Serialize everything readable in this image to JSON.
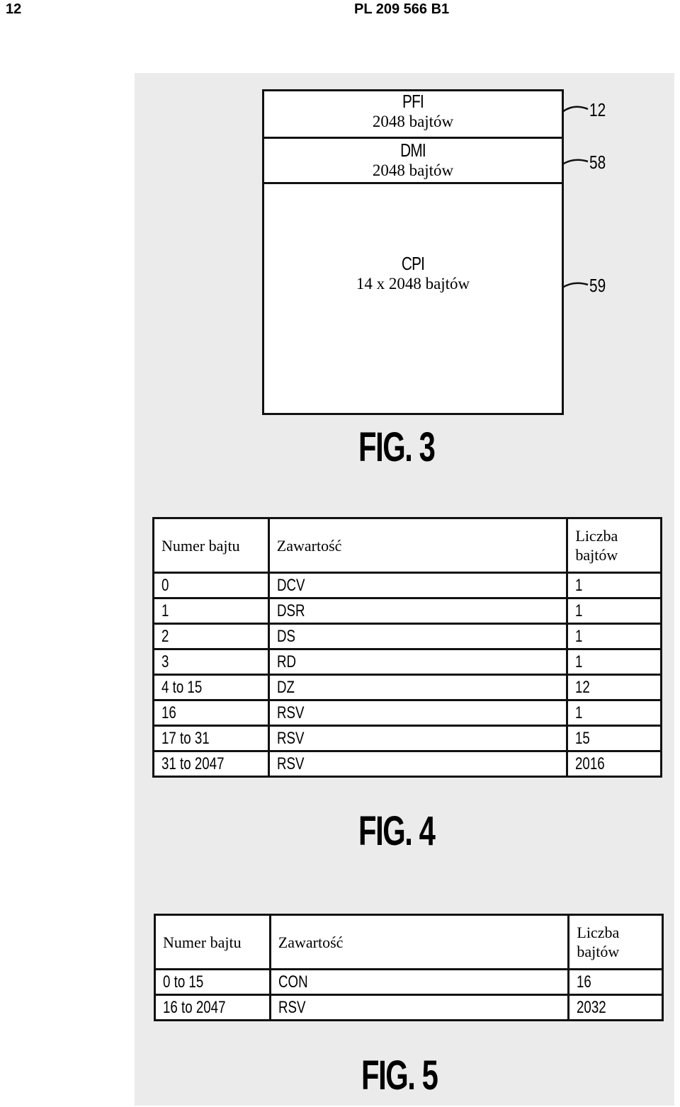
{
  "header": {
    "page_number": "12",
    "document_id": "PL 209 566 B1"
  },
  "fig3": {
    "segments": [
      {
        "name": "PFI",
        "size": "2048 bajtów",
        "ref": "12"
      },
      {
        "name": "DMI",
        "size": "2048 bajtów",
        "ref": "58"
      },
      {
        "name": "CPI",
        "size": "14 x 2048 bajtów",
        "ref": "59"
      }
    ],
    "caption": "FIG. 3"
  },
  "fig4": {
    "headers": {
      "col1": "Numer bajtu",
      "col2": "Zawartość",
      "col3": "Liczba bajtów"
    },
    "rows": [
      {
        "byte": "0",
        "content": "DCV",
        "count": "1"
      },
      {
        "byte": "1",
        "content": "DSR",
        "count": "1"
      },
      {
        "byte": "2",
        "content": "DS",
        "count": "1"
      },
      {
        "byte": "3",
        "content": "RD",
        "count": "1"
      },
      {
        "byte": "4 to 15",
        "content": "DZ",
        "count": "12"
      },
      {
        "byte": "16",
        "content": "RSV",
        "count": "1"
      },
      {
        "byte": "17 to 31",
        "content": "RSV",
        "count": "15"
      },
      {
        "byte": "31 to 2047",
        "content": "RSV",
        "count": "2016"
      }
    ],
    "caption": "FIG. 4"
  },
  "fig5": {
    "headers": {
      "col1": "Numer bajtu",
      "col2": "Zawartość",
      "col3": "Liczba bajtów"
    },
    "rows": [
      {
        "byte": "0 to 15",
        "content": "CON",
        "count": "16"
      },
      {
        "byte": "16 to 2047",
        "content": "RSV",
        "count": "2032"
      }
    ],
    "caption": "FIG. 5"
  }
}
